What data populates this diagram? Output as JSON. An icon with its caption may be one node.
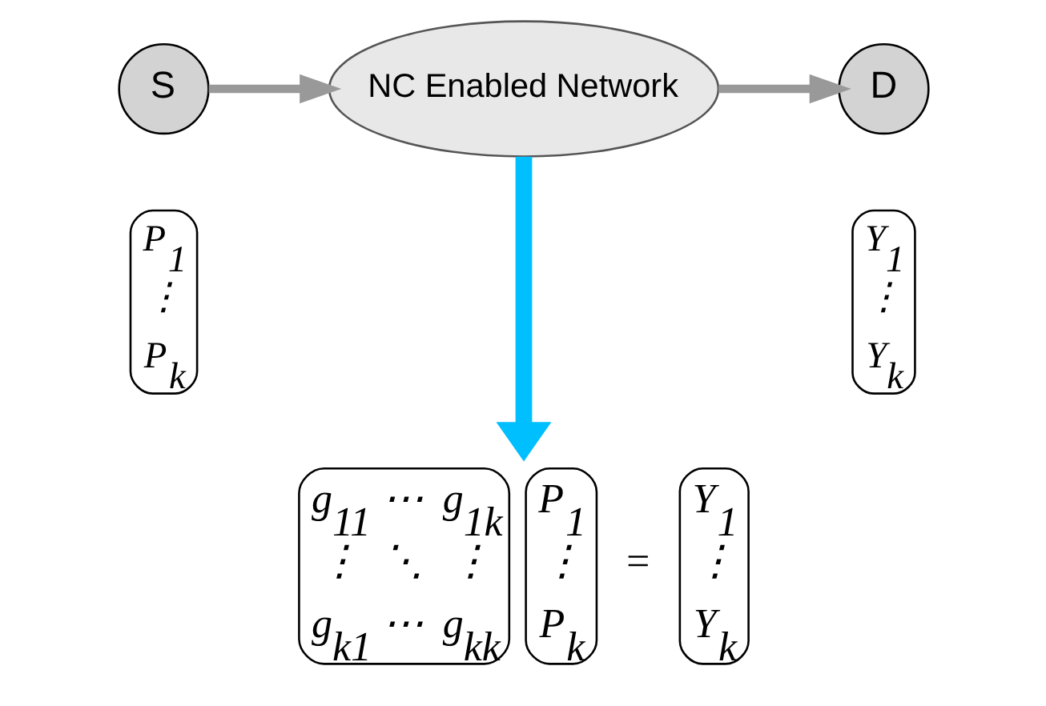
{
  "diagram": {
    "nodes": [
      {
        "text": [
          "S"
        ]
      },
      {
        "text": [
          "NC Enabled Network"
        ]
      },
      {
        "text": [
          "D"
        ]
      },
      {
        "text": [
          "g$_{11}$ ⋯ g$_{1k}$ ⋮ ⋱ ⋮ g$_{k1}$ ⋯ g$_{kk}$",
          "P$_{1}$ ⋮ P$_{k}$",
          "=",
          "Y$_{1}$ ⋮ Y$_{k}$"
        ]
      }
    ],
    "edges": [
      {
        "from": 0,
        "to": 1,
        "arrow": "to"
      },
      {
        "from": 1,
        "to": 2,
        "arrow": "to"
      },
      {
        "from": 1,
        "to": 3,
        "arrow": "to",
        "style": "thick",
        "color": "#00bfff"
      }
    ],
    "labels": [
      "P$_{1}$ ⋮ P$_{k}$",
      "Y$_{1}$ ⋮ Y$_{k}$"
    ]
  }
}
